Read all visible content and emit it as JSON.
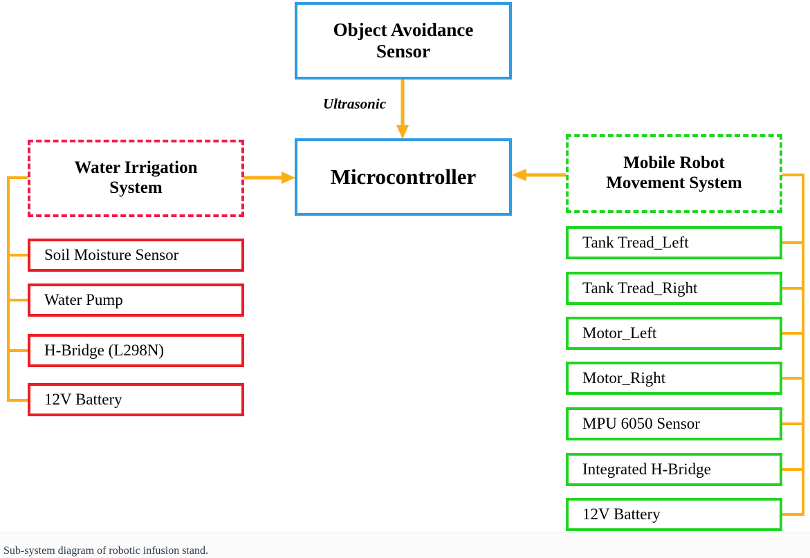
{
  "diagram": {
    "title_caption": "Sub-system diagram of robotic infusion stand.",
    "colors": {
      "blue_border": "#2F9BE0",
      "red_border": "#EE1C24",
      "red_dashed_border": "#ED1B4C",
      "green_border": "#22D422",
      "connector_orange": "#FBAF17",
      "text_black": "#000000",
      "caption_text": "#2B3A4A",
      "caption_background": "#FBFBFB",
      "page_background": "#FFFFFF"
    },
    "nodes": {
      "sensor": {
        "label": "Object Avoidance\nSensor",
        "border_style": "solid",
        "border_color": "#2F9BE0"
      },
      "controller": {
        "label": "Microcontroller",
        "border_style": "solid",
        "border_color": "#2F9BE0"
      },
      "left_group": {
        "label": "Water Irrigation\nSystem",
        "border_style": "dashed",
        "border_color": "#ED1B4C"
      },
      "right_group": {
        "label": "Mobile Robot\nMovement System",
        "border_style": "dashed",
        "border_color": "#22D422"
      }
    },
    "left_subsystem_items": [
      {
        "label": "Soil Moisture Sensor"
      },
      {
        "label": "Water Pump"
      },
      {
        "label": "H-Bridge (L298N)"
      },
      {
        "label": "12V Battery"
      }
    ],
    "right_subsystem_items": [
      {
        "label": "Tank Tread_Left"
      },
      {
        "label": "Tank Tread_Right"
      },
      {
        "label": "Motor_Left"
      },
      {
        "label": "Motor_Right"
      },
      {
        "label": "MPU 6050 Sensor"
      },
      {
        "label": "Integrated H-Bridge"
      },
      {
        "label": "12V Battery"
      }
    ],
    "edges": {
      "sensor_to_controller": {
        "label": "Ultrasonic",
        "direction": "down",
        "color": "#FBAF17"
      },
      "left_to_controller": {
        "label": "",
        "direction": "right",
        "color": "#FBAF17"
      },
      "right_to_controller": {
        "label": "",
        "direction": "left",
        "color": "#FBAF17"
      }
    }
  }
}
